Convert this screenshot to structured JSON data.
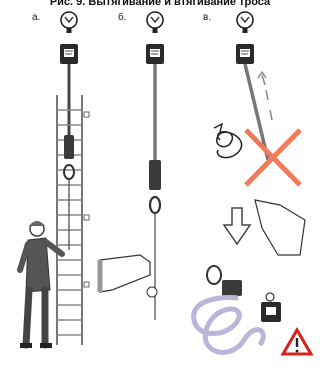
{
  "figure": {
    "title": "Рис. 9. Вытягивание и втягивание троса",
    "panels": [
      {
        "label": "а."
      },
      {
        "label": "б."
      },
      {
        "label": "в."
      }
    ],
    "accent_colors": {
      "cross": "#f07a5a",
      "warning": "#d42020",
      "lanyard": "#b9b6d9"
    }
  }
}
